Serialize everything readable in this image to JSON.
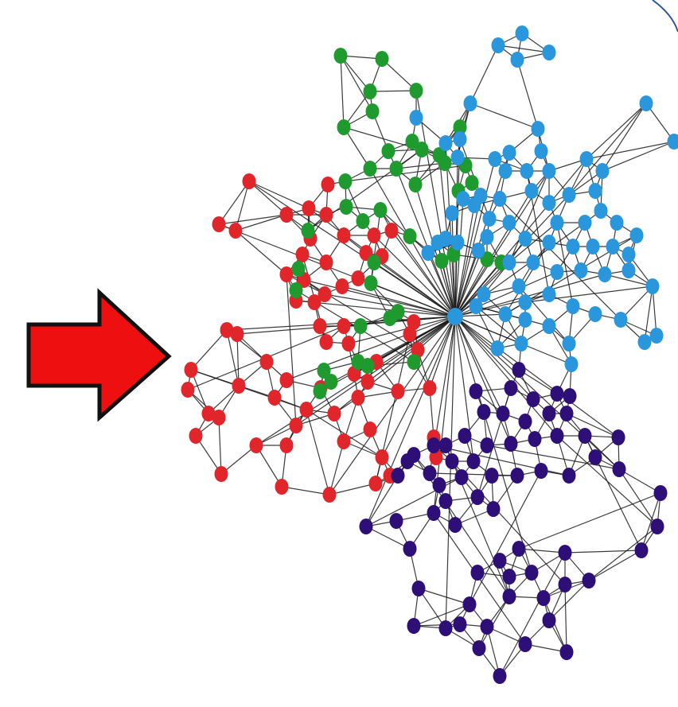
{
  "diagram": {
    "type": "network-graph",
    "communities": [
      {
        "name": "red",
        "color": "#e0262b"
      },
      {
        "name": "green",
        "color": "#1f9a2e"
      },
      {
        "name": "blue",
        "color": "#2a96dc"
      },
      {
        "name": "purple",
        "color": "#2e0f78"
      }
    ],
    "hub_color": "#2a96dc",
    "edge_color": "#1a1a1a",
    "arrow": {
      "fill": "#ee0f10",
      "stroke": "#111111",
      "direction": "right"
    },
    "corner_arc_color": "#2f5597"
  }
}
